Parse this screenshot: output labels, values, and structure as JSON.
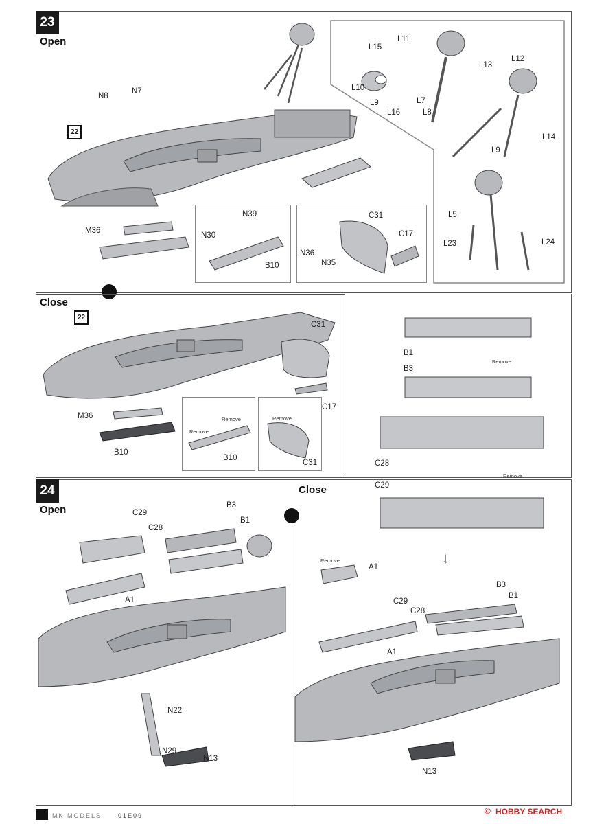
{
  "step23": {
    "number": "23",
    "open_label": "Open",
    "close_label": "Close",
    "ref_step": "22",
    "ref_step_close": "22",
    "labels": {
      "N8": "N8",
      "N7": "N7",
      "M36": "M36",
      "N39": "N39",
      "N30": "N30",
      "B10": "B10",
      "C31": "C31",
      "C17": "C17",
      "N36": "N36",
      "N35": "N35",
      "L15": "L15",
      "L10": "L10",
      "L9": "L9",
      "L16": "L16",
      "L11": "L11",
      "L13": "L13",
      "L7": "L7",
      "L8": "L8",
      "L12": "L12",
      "L14": "L14",
      "L9b": "L9",
      "L5": "L5",
      "L23": "L23",
      "L24": "L24"
    },
    "close_labels": {
      "C31": "C31",
      "C17": "C17",
      "M36": "M36",
      "B10": "B10",
      "B10b": "B10",
      "C31b": "C31"
    },
    "remove": "Remove"
  },
  "parts_panel": {
    "B1": "B1",
    "B3": "B3",
    "C28": "C28",
    "C29": "C29",
    "remove": "Remove"
  },
  "step24": {
    "number": "24",
    "open_label": "Open",
    "close_label": "Close",
    "labels": {
      "C29": "C29",
      "C28": "C28",
      "B3": "B3",
      "B1": "B1",
      "A1": "A1",
      "N22": "N22",
      "N29": "N29",
      "N13": "N13"
    },
    "close_labels": {
      "A1": "A1",
      "C29": "C29",
      "C28": "C28",
      "B3": "B3",
      "B1": "B1",
      "A1b": "A1",
      "N13": "N13"
    },
    "remove": "Remove"
  },
  "footer": {
    "brand": "MK MODELS",
    "code": "01E09",
    "watermark": "HOBBY SEARCH",
    "watermark_mark": "©"
  }
}
